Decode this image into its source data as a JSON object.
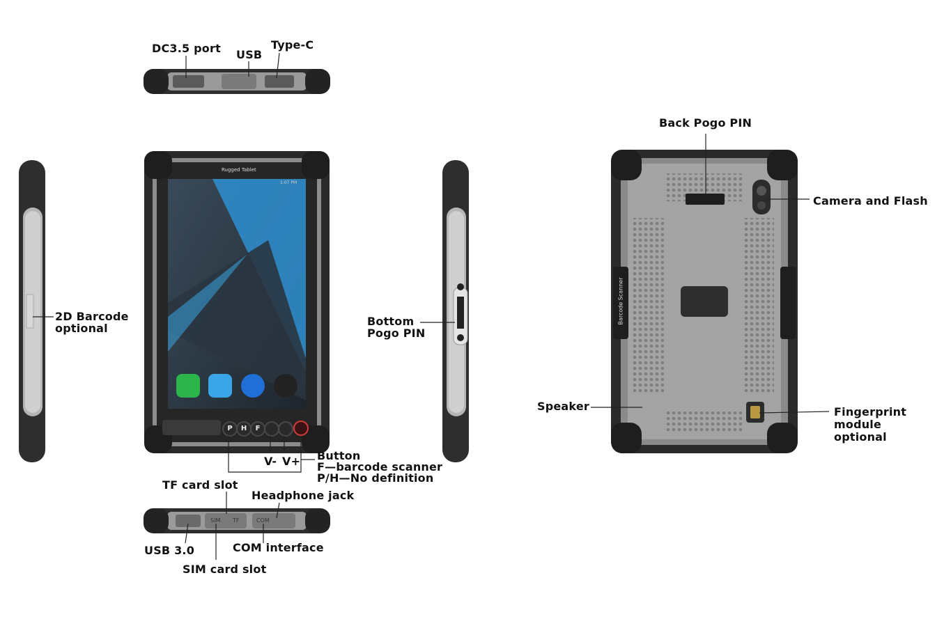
{
  "labels": {
    "dc35": "DC3.5 port",
    "usb": "USB",
    "typec": "Type-C",
    "barcode_2d_1": "2D Barcode",
    "barcode_2d_2": "optional",
    "bottom_pogo_1": "Bottom",
    "bottom_pogo_2": "Pogo PIN",
    "back_pogo": "Back Pogo PIN",
    "camera_flash": "Camera and Flash",
    "speaker": "Speaker",
    "fingerprint_1": "Fingerprint",
    "fingerprint_2": "module",
    "fingerprint_3": "optional",
    "vminus": "V-",
    "vplus": "V+",
    "button": "Button",
    "f_scanner": "F—barcode scanner",
    "ph_nodef": "P/H—No definition",
    "tf_slot": "TF card slot",
    "headphone": "Headphone jack",
    "usb30": "USB 3.0",
    "com": "COM interface",
    "sim": "SIM card slot"
  },
  "device": {
    "brand_text": "Rugged Tablet",
    "status_time": "1:07 PM",
    "side_text": "Barcode Scanner",
    "buttons": [
      "P",
      "H",
      "F"
    ],
    "port_usb": "USB",
    "port_sim": "SIM",
    "port_tf": "TF",
    "port_com": "COM"
  },
  "colors": {
    "frame_dark": "#2b2b2b",
    "frame_gray": "#8a8a8a",
    "back_gray": "#9a9a9a",
    "screen_blue": "#2f8fd0",
    "power_red": "#d83a3a"
  }
}
